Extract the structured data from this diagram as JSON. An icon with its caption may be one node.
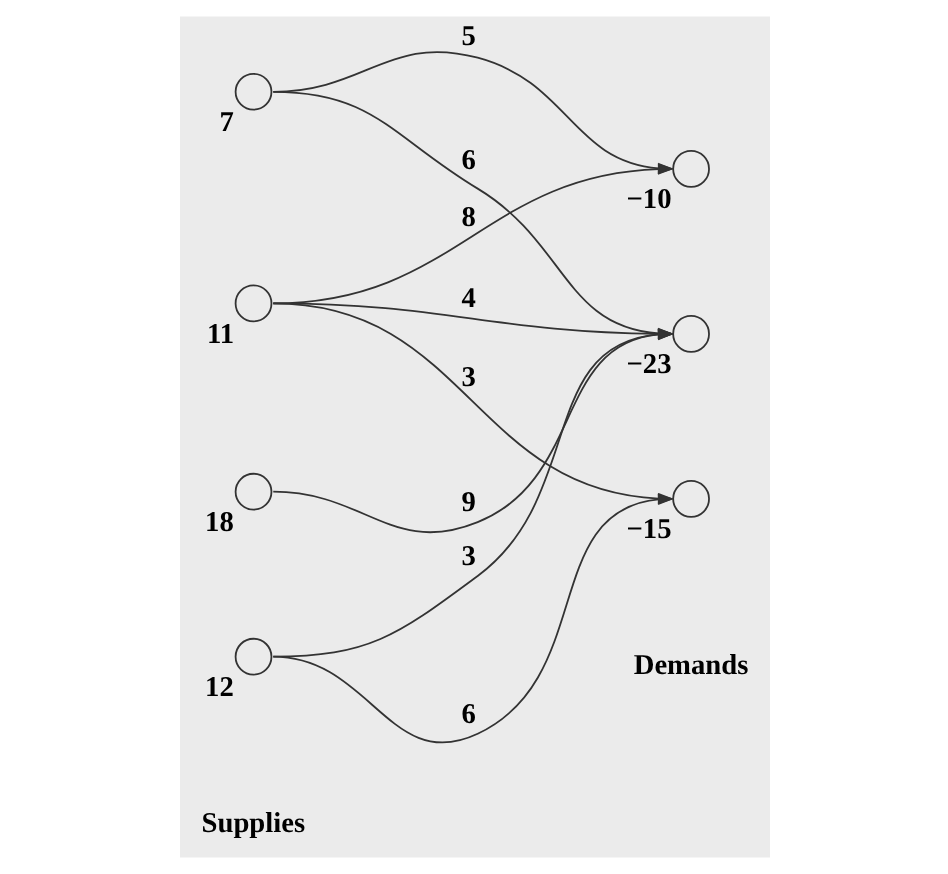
{
  "diagram": {
    "nodes": [
      {
        "text": [],
        "shape": "circle",
        "beside": [
          "−10"
        ]
      },
      {
        "text": [],
        "shape": "circle",
        "beside": [
          "−23"
        ]
      },
      {
        "text": [],
        "shape": "circle",
        "beside": [
          "−15"
        ]
      },
      {
        "text": [],
        "shape": "circle",
        "beside": [
          "7"
        ]
      },
      {
        "text": [],
        "shape": "circle",
        "beside": [
          "11"
        ]
      },
      {
        "text": [],
        "shape": "circle",
        "beside": [
          "18"
        ]
      },
      {
        "text": [],
        "shape": "circle",
        "beside": [
          "12"
        ]
      }
    ],
    "edges": [
      {
        "from": 3,
        "to": 0,
        "arrow": "to",
        "label": "5"
      },
      {
        "from": 3,
        "to": 1,
        "arrow": "to",
        "label": "6"
      },
      {
        "from": 4,
        "to": 0,
        "arrow": "to",
        "label": "8"
      },
      {
        "from": 4,
        "to": 1,
        "arrow": "to",
        "label": "4"
      },
      {
        "from": 4,
        "to": 2,
        "arrow": "to",
        "label": "3"
      },
      {
        "from": 5,
        "to": 1,
        "arrow": "to",
        "label": "9"
      },
      {
        "from": 6,
        "to": 1,
        "arrow": "to",
        "label": "3"
      },
      {
        "from": 6,
        "to": 2,
        "arrow": "to",
        "label": "6"
      }
    ],
    "labels": [
      "Demands",
      "Supplies"
    ]
  }
}
